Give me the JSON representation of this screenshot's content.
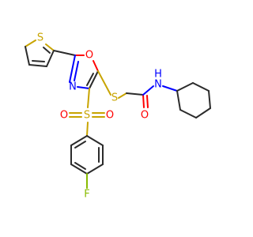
{
  "molecule": {
    "atoms": {
      "thiophene_s": "S",
      "oxazole_o": "O",
      "oxazole_n": "N",
      "thioether_s": "S",
      "amide_o": "O",
      "amide_n": "N",
      "amide_h": "H",
      "sulfonyl_s": "S",
      "sulfonyl_o_left": "O",
      "sulfonyl_o_right": "O",
      "fluorine": "F"
    },
    "colors": {
      "carbon_bond": "#2b2b2b",
      "oxygen": "#ff0000",
      "nitrogen": "#0000ff",
      "sulfur": "#c8a400",
      "fluorine": "#88bb00"
    }
  }
}
